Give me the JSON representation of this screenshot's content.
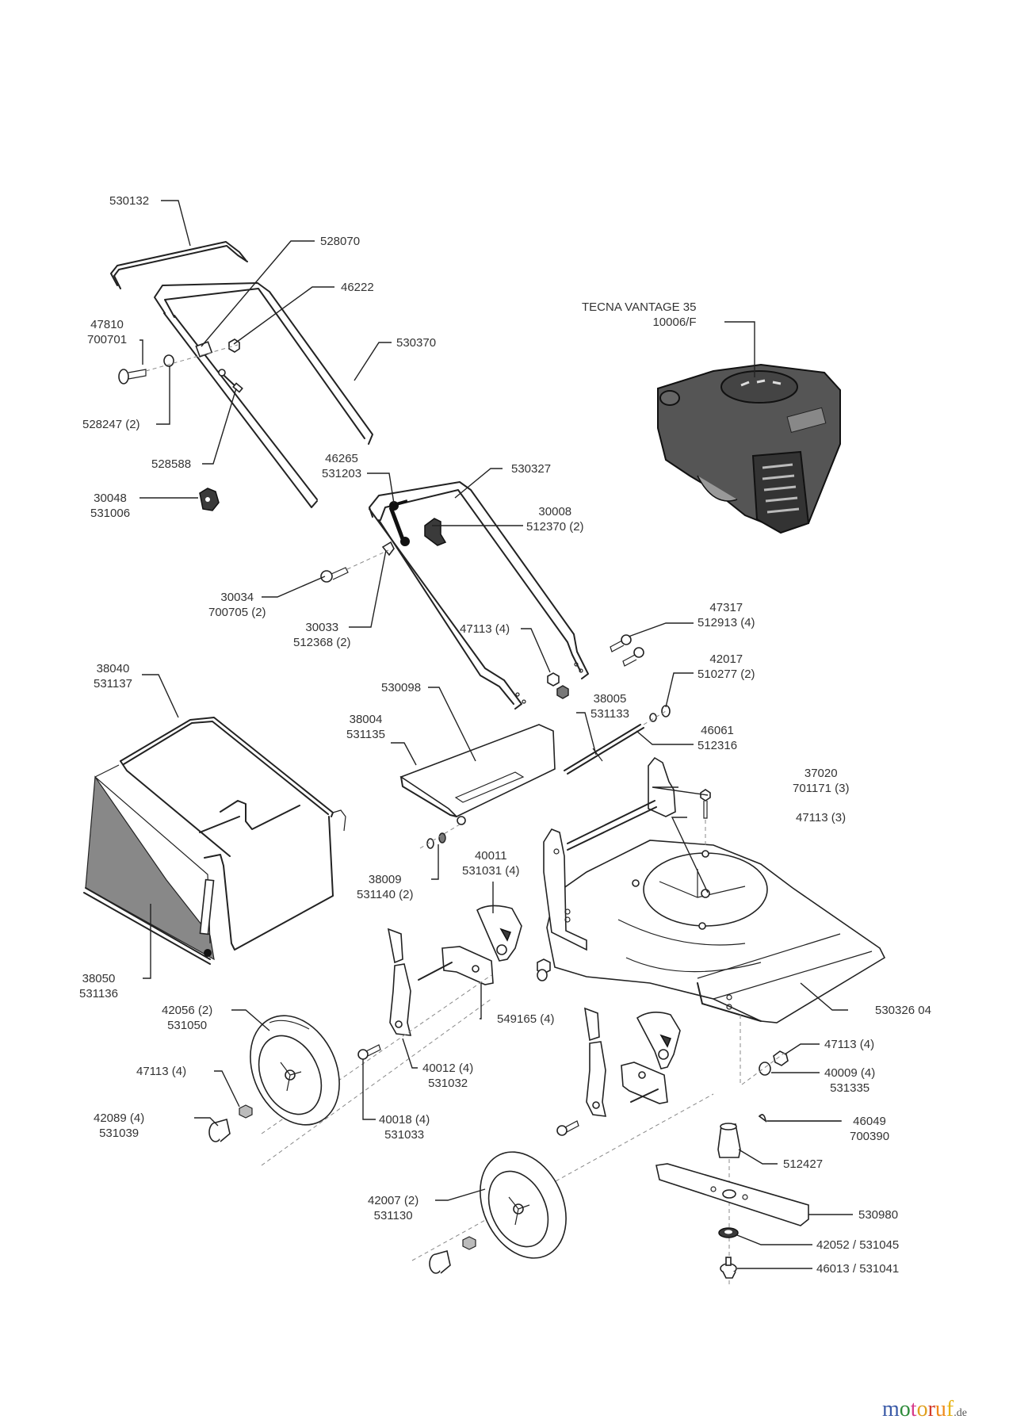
{
  "diagram": {
    "type": "exploded-parts-diagram",
    "subject": "lawn mower",
    "engine": {
      "model": "TECNA VANTAGE 35",
      "code": "10006/F"
    }
  },
  "labels": {
    "l530132": [
      "530132"
    ],
    "l528070": [
      "528070"
    ],
    "l46222": [
      "46222"
    ],
    "l47810": [
      "47810",
      "700701"
    ],
    "l530370": [
      "530370"
    ],
    "l528247": [
      "528247 (2)"
    ],
    "l528588": [
      "528588"
    ],
    "l46265": [
      "46265",
      "531203"
    ],
    "l530327": [
      "530327"
    ],
    "l30048": [
      "30048",
      "531006"
    ],
    "l30008": [
      "30008",
      "512370 (2)"
    ],
    "l30034": [
      "30034",
      "700705 (2)"
    ],
    "l30033": [
      "30033",
      "512368 (2)"
    ],
    "l47113a": [
      "47113 (4)"
    ],
    "l47317": [
      "47317",
      "512913 (4)"
    ],
    "l42017": [
      "42017",
      "510277 (2)"
    ],
    "l38040": [
      "38040",
      "531137"
    ],
    "l530098": [
      "530098"
    ],
    "l38004": [
      "38004",
      "531135"
    ],
    "l38005": [
      "38005",
      "531133"
    ],
    "l46061": [
      "46061",
      "512316"
    ],
    "l37020": [
      "37020",
      "701171 (3)"
    ],
    "l47113b": [
      "47113 (3)"
    ],
    "l38009": [
      "38009",
      "531140 (2)"
    ],
    "l40011": [
      "40011",
      "531031 (4)"
    ],
    "l38050": [
      "38050",
      "531136"
    ],
    "l530326": [
      "530326 04"
    ],
    "l42056": [
      "42056 (2)",
      "531050"
    ],
    "l549165": [
      "549165 (4)"
    ],
    "l47113c": [
      "47113 (4)"
    ],
    "l40012": [
      "40012 (4)",
      "531032"
    ],
    "l47113d": [
      "47113 (4)"
    ],
    "l40009": [
      "40009 (4)",
      "531335"
    ],
    "l42089": [
      "42089 (4)",
      "531039"
    ],
    "l40018": [
      "40018 (4)",
      "531033"
    ],
    "l46049": [
      "46049",
      "700390"
    ],
    "l512427": [
      "512427"
    ],
    "l42007": [
      "42007 (2)",
      "531130"
    ],
    "l530980": [
      "530980"
    ],
    "l42052": [
      "42052 / 531045"
    ],
    "l46013": [
      "46013 / 531041"
    ]
  },
  "watermark": {
    "brand": "motoruf",
    "tld": ".de",
    "letters": [
      {
        "ch": "m",
        "color": "#3b5ba8"
      },
      {
        "ch": "o",
        "color": "#2e8b3a"
      },
      {
        "ch": "t",
        "color": "#d63a8a"
      },
      {
        "ch": "o",
        "color": "#e0a020"
      },
      {
        "ch": "r",
        "color": "#d33b2c"
      },
      {
        "ch": "u",
        "color": "#f08a1c"
      },
      {
        "ch": "f",
        "color": "#e6b417"
      }
    ]
  }
}
